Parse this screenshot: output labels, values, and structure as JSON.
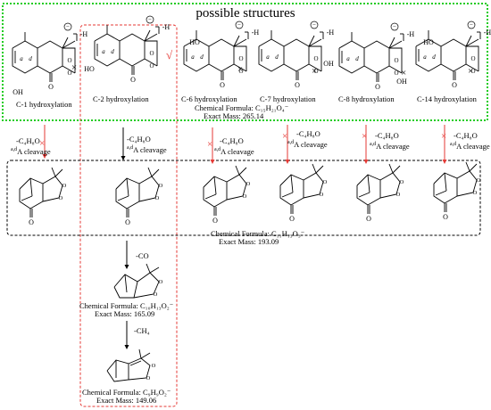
{
  "header": {
    "title": "possible structures"
  },
  "candidates": [
    {
      "label": "C-1 hydroxylation",
      "mark": "×"
    },
    {
      "label": "C-2 hydroxylation",
      "mark": "√"
    },
    {
      "label": "C-6 hydroxylation",
      "mark": "×"
    },
    {
      "label": "C-7 hydroxylation",
      "mark": "×"
    },
    {
      "label": "C-8 hydroxylation",
      "mark": "×"
    },
    {
      "label": "C-14 hydroxylation",
      "mark": "×"
    }
  ],
  "parent": {
    "formula": "Chemical Formula: C₁₅H₂₁O₄⁻",
    "mass": "Exact Mass: 265.14"
  },
  "atom_labels": {
    "hydroxyl": "OH",
    "hydroxyl_left": "HO",
    "ketone": "O",
    "ring_ox": "O",
    "minus_h": "-H",
    "charge": "⊖",
    "ring_a": "a",
    "ring_d": "d"
  },
  "steps": {
    "loss": "-C₄H₈O",
    "cleavage_sup": "a,d",
    "cleavage": "A cleavage",
    "co": "-CO",
    "ch4": "-CH₄",
    "cross": "×"
  },
  "fragment1": {
    "formula": "Chemical Formula: C₁₁H₁₃O₃⁻",
    "mass": "Exact Mass: 193.09"
  },
  "fragment2": {
    "formula": "Chemical Formula: C₁₀H₁₃O₂⁻",
    "mass": "Exact Mass: 165.09"
  },
  "fragment3": {
    "formula": "Chemical Formula: C₉H₉O₂⁻",
    "mass": "Exact Mass: 149.06"
  },
  "colors": {
    "green_box": "#22cc22",
    "red_box": "#e53935",
    "black_box": "#000000",
    "red_arrow": "#e53935"
  }
}
